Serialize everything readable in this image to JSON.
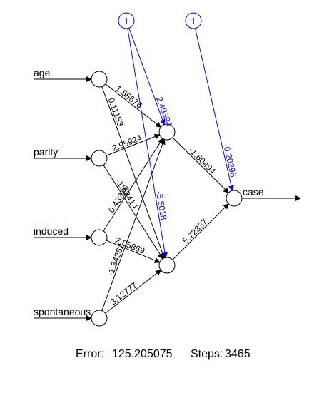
{
  "network": {
    "inputs": [
      "age",
      "parity",
      "induced",
      "spontaneous"
    ],
    "hidden_count": 2,
    "output": "case",
    "bias_label": "1",
    "colors": {
      "weights": "#000000",
      "bias": "#0000ff",
      "nodes": "#000000",
      "background": "#ffffff"
    },
    "weights_input_hidden": [
      [
        "1.55676",
        "0.11153"
      ],
      [
        "2.95924",
        "-1.63414"
      ],
      [
        "0.43326",
        "2.05869"
      ],
      [
        "-1.34262",
        "3.12777"
      ]
    ],
    "weights_hidden_output": [
      "-1.60494",
      "5.72337"
    ],
    "bias_hidden": [
      "2.49394",
      "-5.5018"
    ],
    "bias_output": "-0.20296"
  },
  "footer": {
    "error_label": "Error:",
    "error_value": "125.205075",
    "steps_label": "Steps:",
    "steps_value": "3465"
  }
}
